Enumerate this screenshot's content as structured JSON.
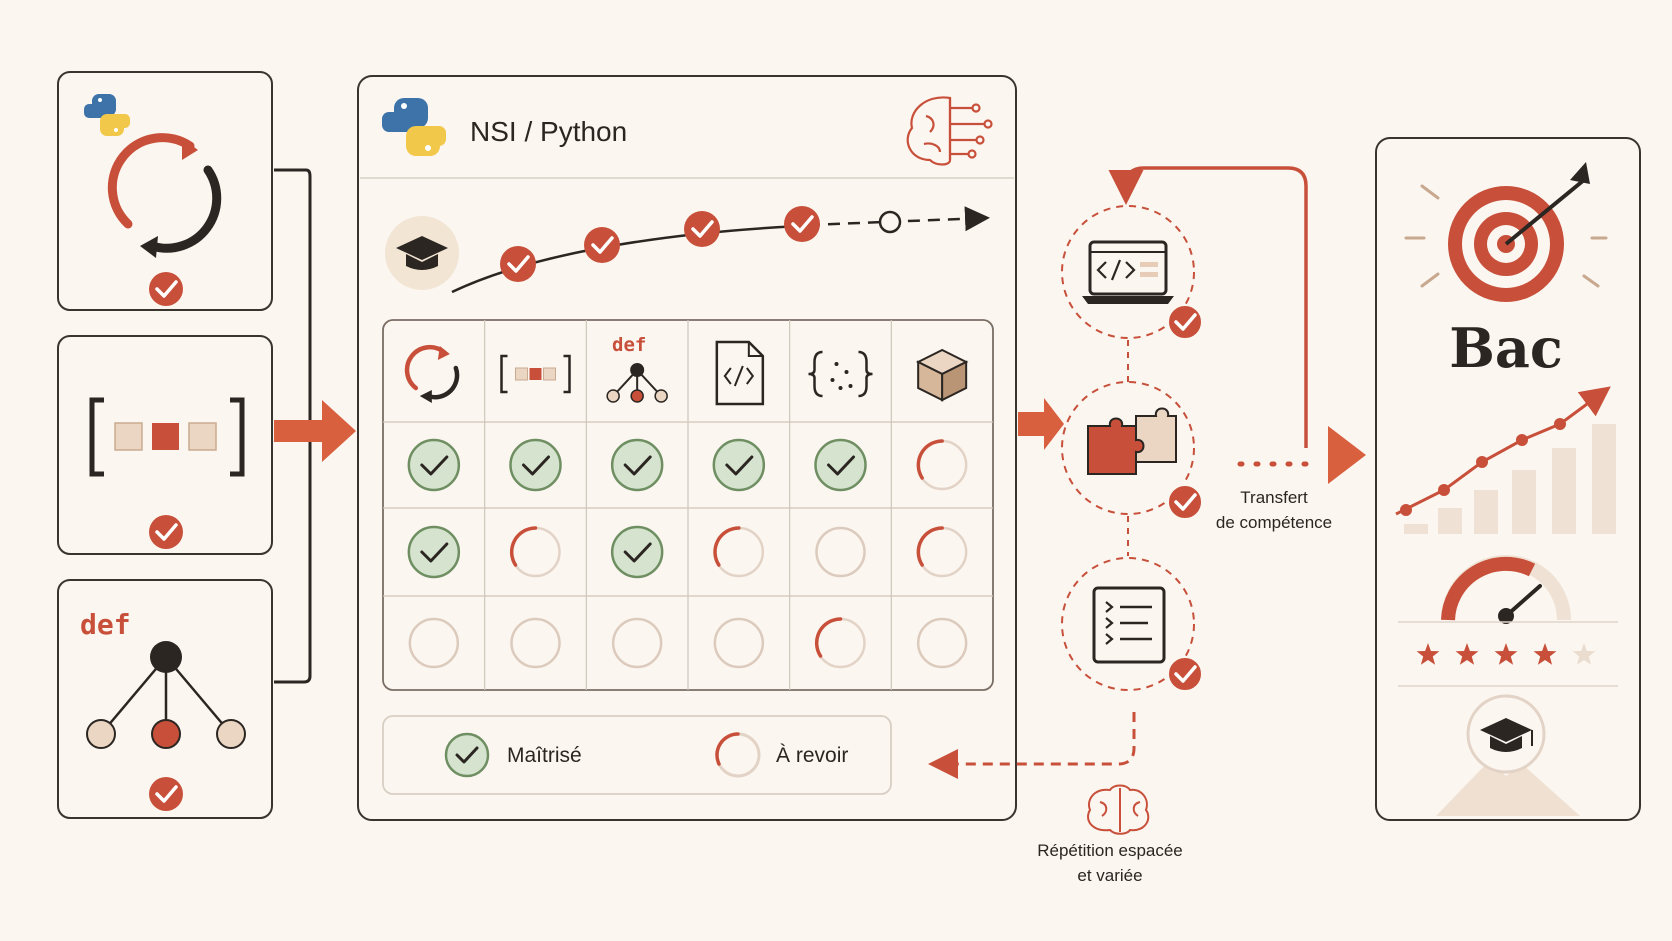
{
  "header": {
    "title": "NSI / Python"
  },
  "left_cards": [
    {
      "name": "loop-card",
      "label": ""
    },
    {
      "name": "list-card",
      "label": ""
    },
    {
      "name": "function-card",
      "label": "def"
    }
  ],
  "grid": {
    "columns": [
      "loop-icon",
      "list-icon",
      "function-tree-icon",
      "code-file-icon",
      "dictionary-icon",
      "object-cube-icon"
    ],
    "column_label_def": "def",
    "rows": [
      [
        "mastered",
        "mastered",
        "mastered",
        "mastered",
        "mastered",
        "review"
      ],
      [
        "mastered",
        "review",
        "mastered",
        "review",
        "empty",
        "review"
      ],
      [
        "empty",
        "empty",
        "empty",
        "empty",
        "review",
        "empty"
      ]
    ]
  },
  "legend": {
    "mastered": "Maîtrisé",
    "review": "À revoir"
  },
  "progress": {
    "completed_steps": 4,
    "total_steps": 5
  },
  "transfer_label": [
    "Transfert",
    "de compétence"
  ],
  "repetition_label": [
    "Répétition espacée",
    "et variée"
  ],
  "bac": {
    "title": "Bac",
    "rating": 4,
    "rating_max": 5
  },
  "colors": {
    "accent": "#c8503a",
    "mastered_fill": "#d6e4cf",
    "mastered_stroke": "#6f8f63",
    "ink": "#2b2622",
    "panel": "#fbf6f0",
    "background": "#fbf6f0"
  }
}
